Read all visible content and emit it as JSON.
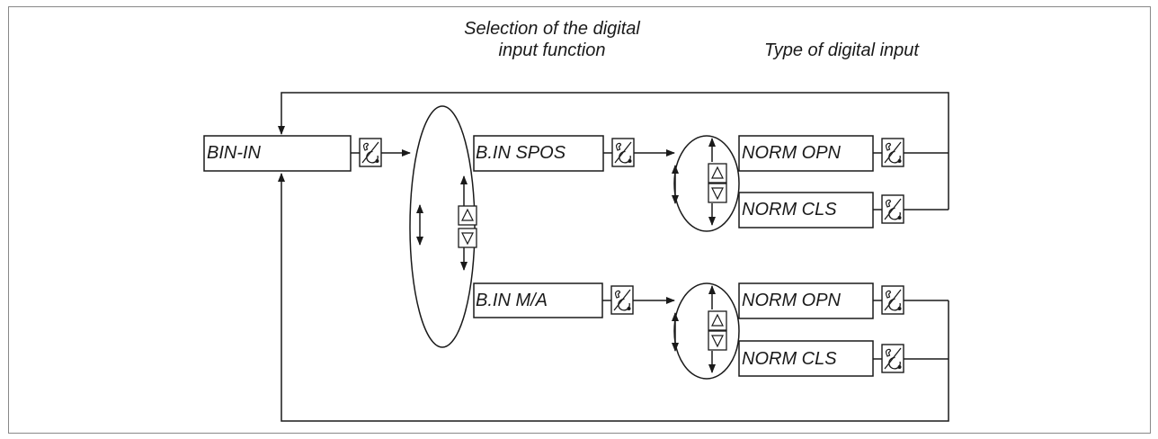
{
  "headers": {
    "selection_line1": "Selection of the digital",
    "selection_line2": "input function",
    "type": "Type of digital input"
  },
  "menu_items": {
    "root": "BIN-IN",
    "function_spos": "B.IN SPOS",
    "function_ma": "B.IN M/A",
    "spos_norm_opn": "NORM OPN",
    "spos_norm_cls": "NORM CLS",
    "ma_norm_opn": "NORM OPN",
    "ma_norm_cls": "NORM CLS"
  },
  "icons": {
    "confirm_key": "enter-rotate-key-icon",
    "up_key": "up-arrow-key-icon",
    "down_key": "down-arrow-key-icon"
  },
  "colors": {
    "line": "#1a1a1a",
    "frame": "#888888",
    "background": "#ffffff"
  }
}
